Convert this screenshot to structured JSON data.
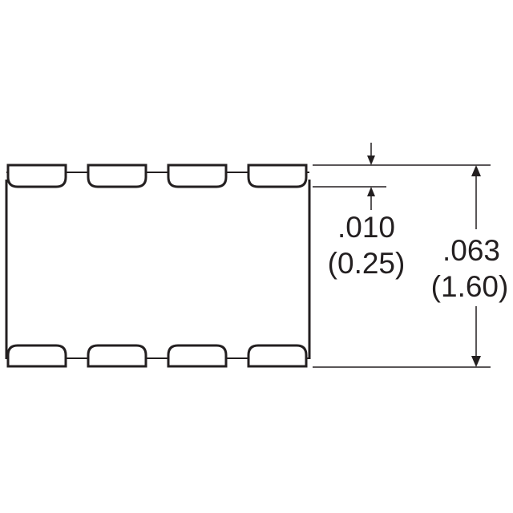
{
  "dimensions": {
    "pad_thickness": {
      "inch": ".010",
      "mm": "(0.25)"
    },
    "overall_height": {
      "inch": ".063",
      "mm": "(1.60)"
    }
  },
  "package": {
    "pads_per_side": 4,
    "rows": [
      "top",
      "bottom"
    ]
  },
  "colors": {
    "line": "#231f20",
    "background": "#ffffff"
  }
}
